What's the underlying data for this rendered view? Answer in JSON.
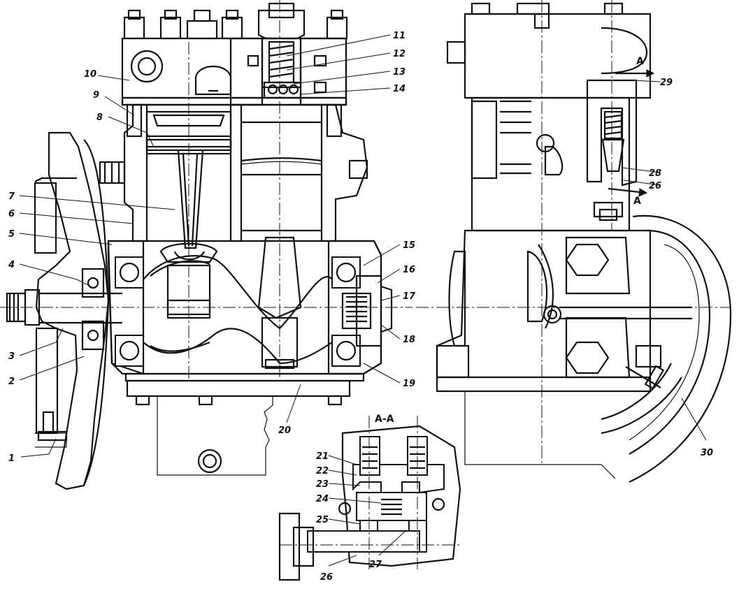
{
  "labels": [
    "1",
    "2",
    "3",
    "4",
    "5",
    "6",
    "7",
    "8",
    "9",
    "10",
    "11",
    "12",
    "13",
    "14",
    "15",
    "16",
    "17",
    "18",
    "19",
    "20",
    "21",
    "22",
    "23",
    "24",
    "25",
    "26",
    "27",
    "28",
    "29",
    "30"
  ],
  "section": {
    "title": "A-A",
    "arrow_top": "A",
    "arrow_bottom": "A"
  }
}
